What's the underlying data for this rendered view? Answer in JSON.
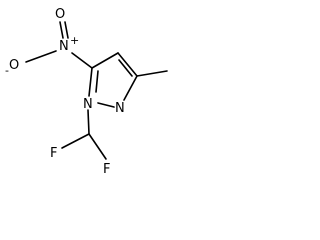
{
  "molecule": {
    "atoms": {
      "nitro_n": "N",
      "nitro_n_charge": "+",
      "nitro_o_top": "O",
      "nitro_o_left": "O",
      "nitro_o_left_charge": "-",
      "ring_n1": "N",
      "ring_n2": "N",
      "fluorine_left": "F",
      "fluorine_right": "F"
    }
  }
}
